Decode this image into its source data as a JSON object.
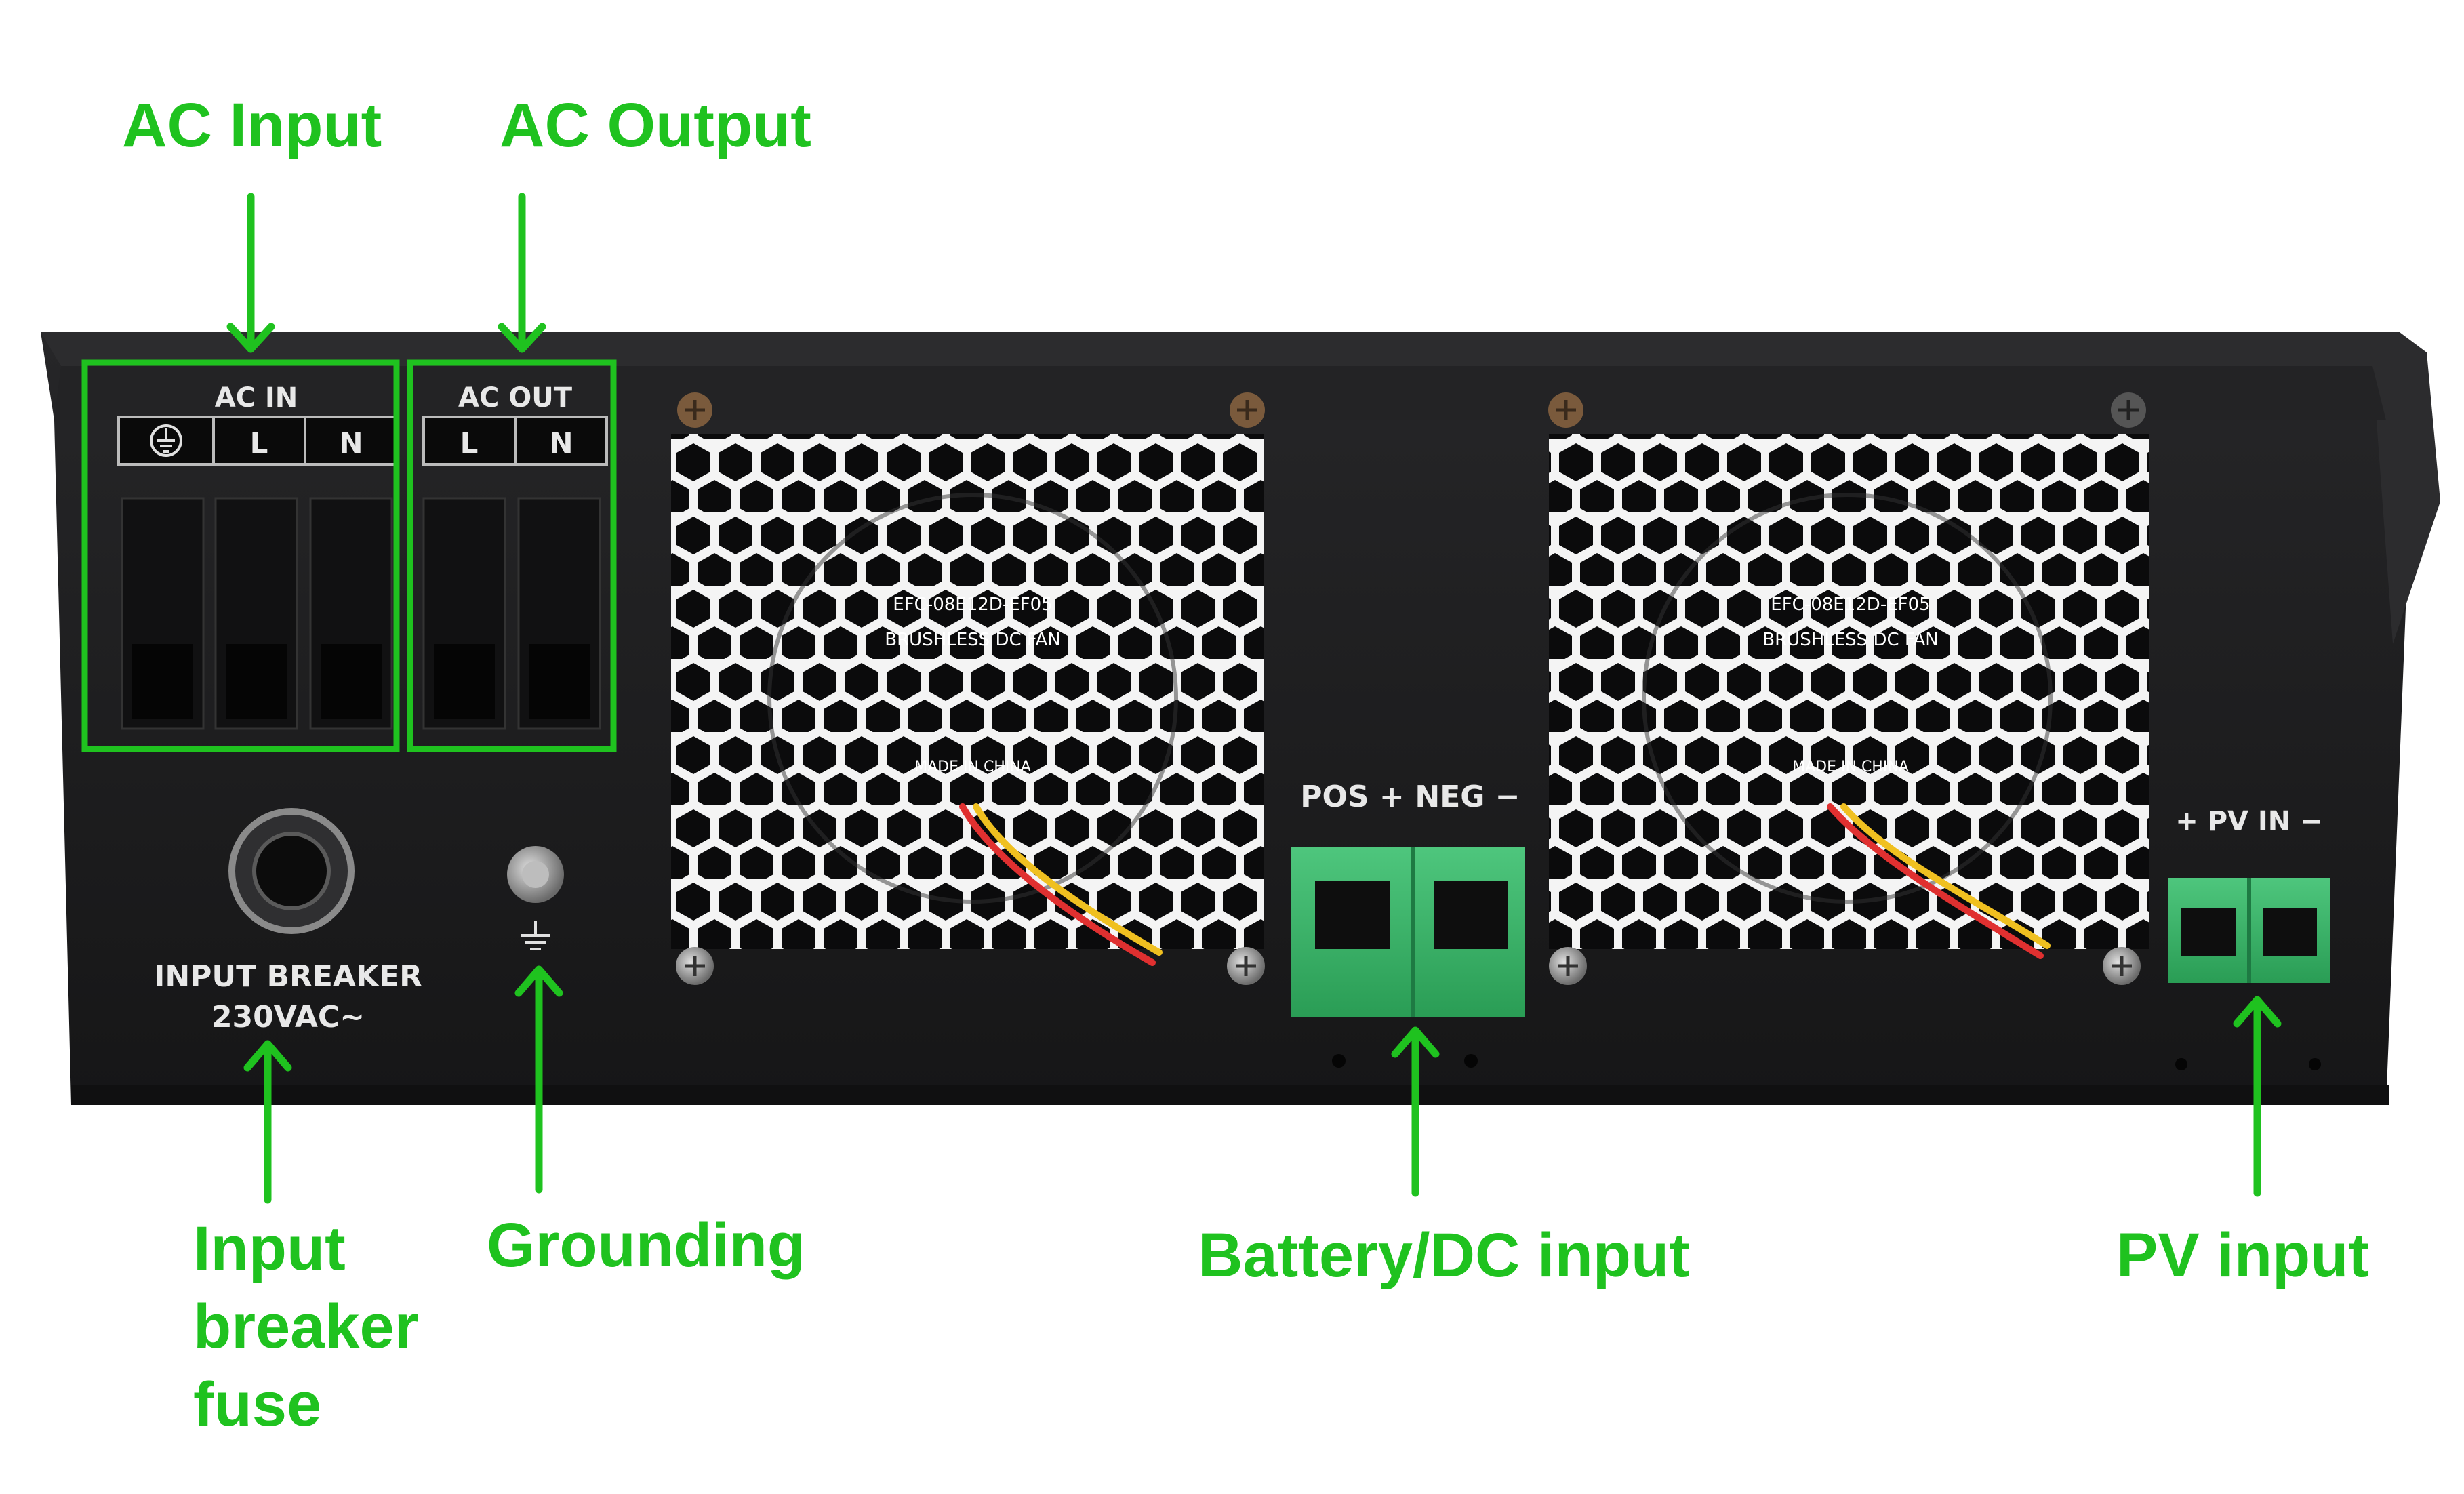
{
  "callouts": {
    "ac_input": "AC Input",
    "ac_output": "AC Output",
    "input_breaker": [
      "Input",
      "breaker",
      "fuse"
    ],
    "grounding": "Grounding",
    "battery": "Battery/DC input",
    "pv": "PV input"
  },
  "panel": {
    "ac_in": "AC IN",
    "ac_out": "AC OUT",
    "line": "L",
    "neutral": "N",
    "input_breaker": "INPUT  BREAKER",
    "voltage": "230VAC~",
    "pos": "POS +",
    "neg": "NEG −",
    "pv_in": "+  PV IN  −"
  },
  "fan_label": {
    "model": "EFC-08E12D-EF05",
    "type": "BRUSHLESS DC FAN",
    "made": "MADE IN CHINA"
  },
  "colors": {
    "callout_green": "#1fc21f",
    "chassis": "#1d1d1f",
    "terminal_green": "#36b865"
  }
}
